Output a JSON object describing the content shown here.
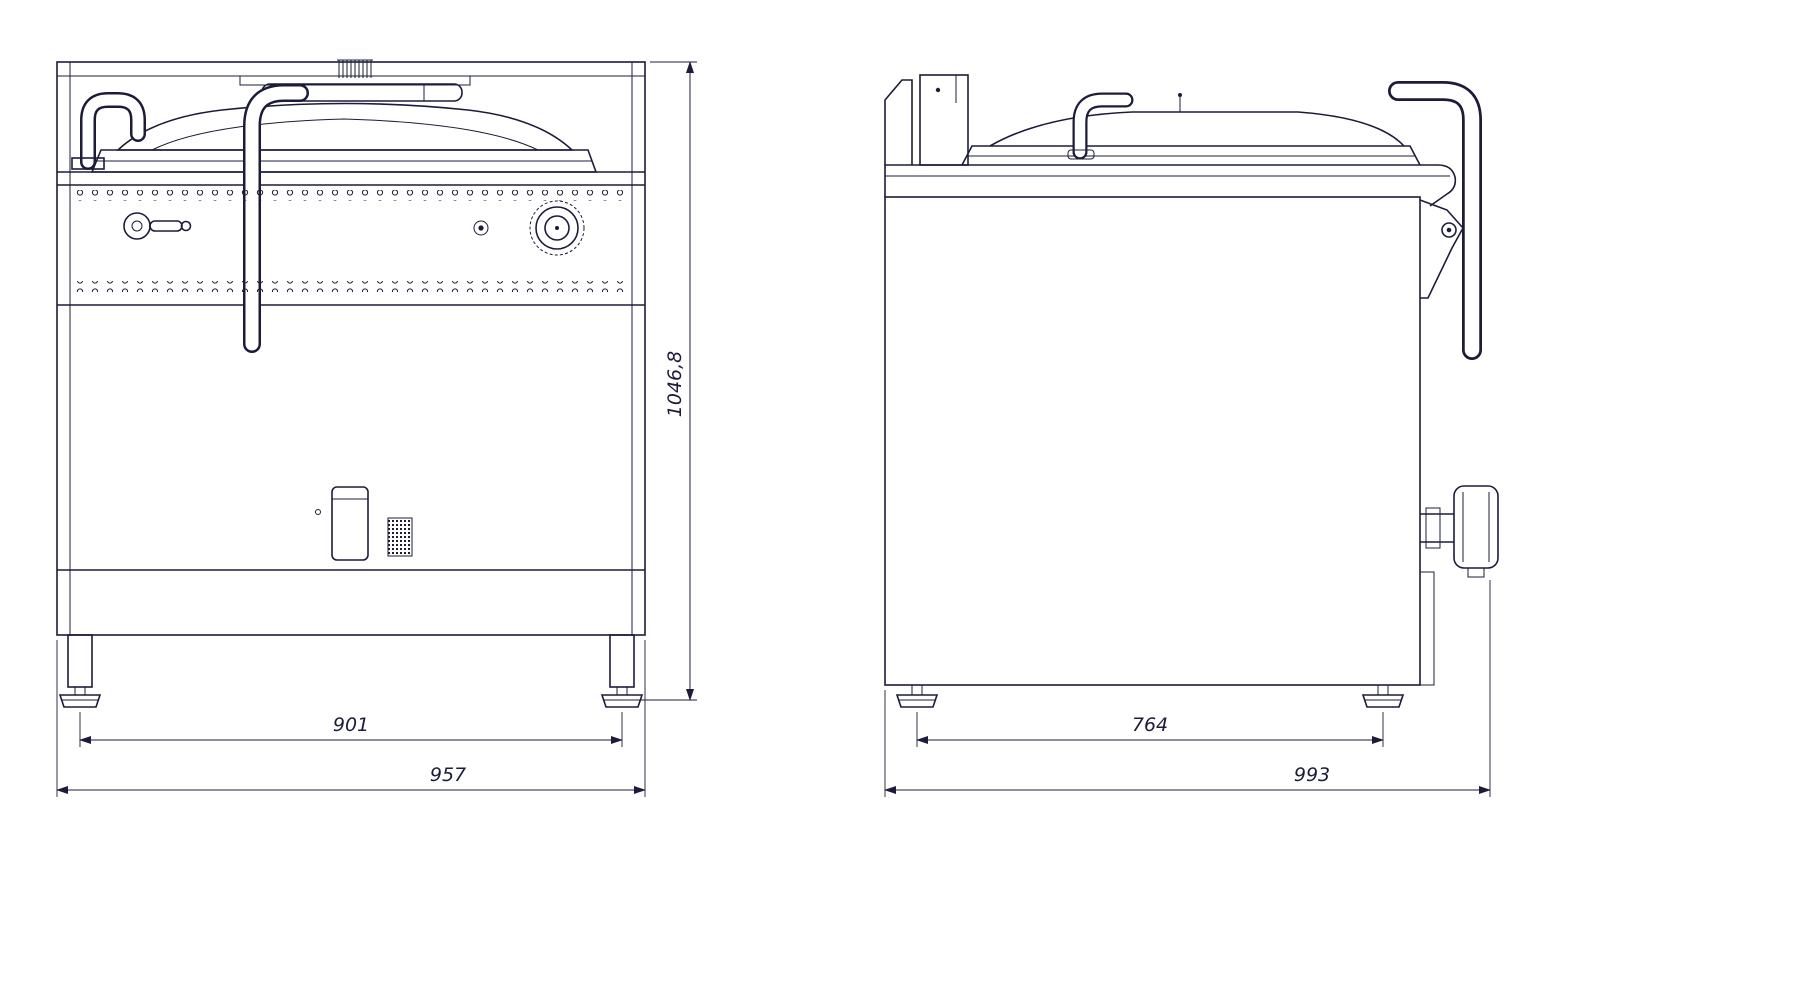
{
  "drawing": {
    "line_color": "#1c1c3a",
    "front": {
      "dim_inner_width": "901",
      "dim_overall_width": "957",
      "dim_height": "1046,8"
    },
    "side": {
      "dim_inner_width": "764",
      "dim_overall_width": "993"
    }
  }
}
